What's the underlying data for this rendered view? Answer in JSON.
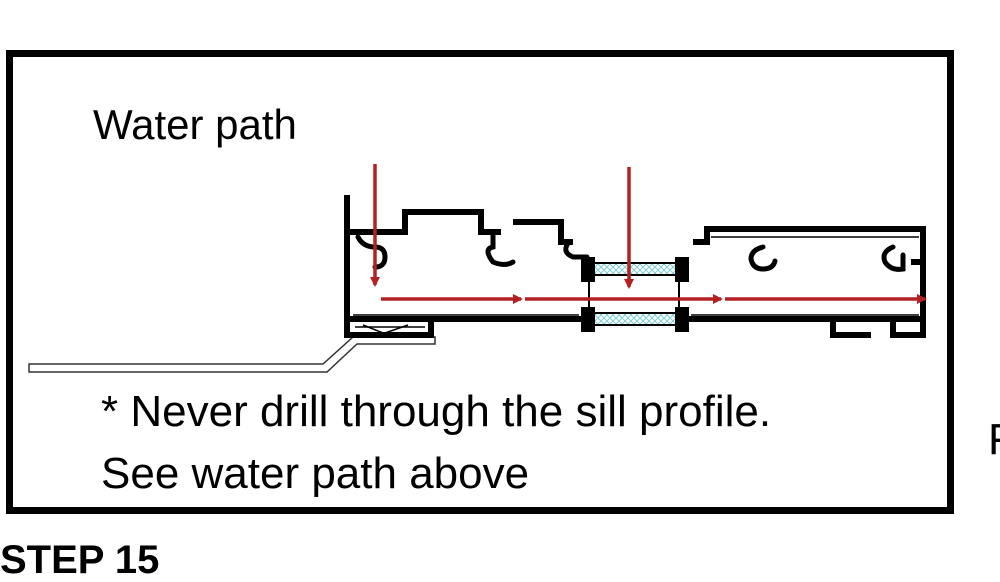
{
  "diagram": {
    "title": "Water path",
    "note_line1": "* Never drill through the sill profile.",
    "note_line2": "See water path above",
    "edge_letter": "F",
    "bottom_fragment": "STEP 15"
  },
  "colors": {
    "frame": "#000000",
    "arrow": "#b22222",
    "glazing": "#a8dde0",
    "profile": "#000000"
  }
}
